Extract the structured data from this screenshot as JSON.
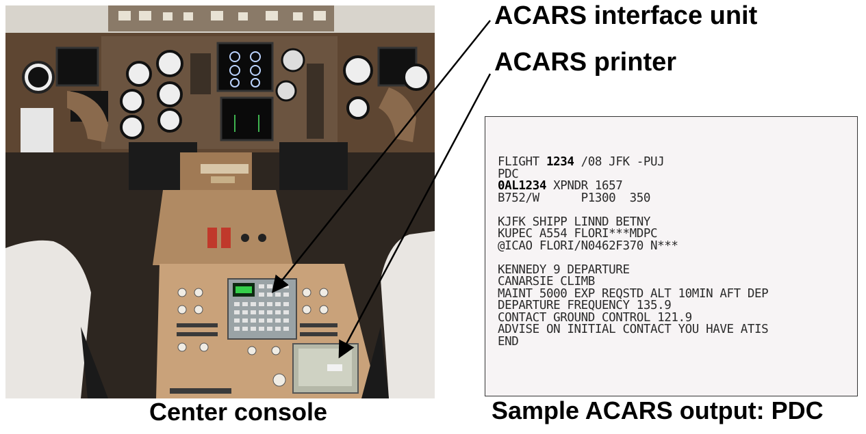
{
  "labels": {
    "interface_unit": "ACARS interface unit",
    "printer": "ACARS printer",
    "caption_left": "Center console",
    "caption_right": "Sample ACARS output: PDC"
  },
  "printout": {
    "l1a": "FLIGHT ",
    "l1b": "1234",
    "l1c": " /08 JFK -PUJ",
    "l2": "PDC",
    "l3a": "0AL1234",
    "l3b": " XPNDR 1657",
    "l4": "B752/W      P1300  350",
    "l5": "KJFK SHIPP LINND BETNY",
    "l6": "KUPEC A554 FLORI***MDPC",
    "l7": "@ICAO FLORI/N0462F370 N***",
    "l8": "KENNEDY 9 DEPARTURE",
    "l9": "CANARSIE CLIMB",
    "l10": "MAINT 5000 EXP REQSTD ALT 10MIN AFT DEP",
    "l11": "DEPARTURE FREQUENCY 135.9",
    "l12": "CONTACT GROUND CONTROL 121.9",
    "l13": "ADVISE ON INITIAL CONTACT YOU HAVE ATIS",
    "l14": "END"
  },
  "colors": {
    "panel": "#5e4632",
    "console": "#c9a27a",
    "screen_green": "#35d04a",
    "seat": "#e9e6e2"
  }
}
